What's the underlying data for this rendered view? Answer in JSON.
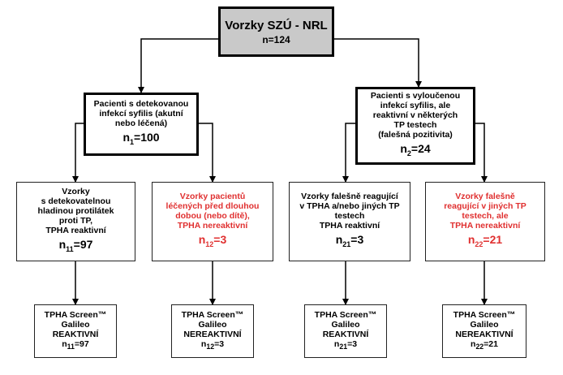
{
  "colors": {
    "root_fill": "#c9c9c9",
    "red_text": "#e03030",
    "line": "#000000"
  },
  "root": {
    "title": "Vorzky SZÚ - NRL",
    "count": "n=124"
  },
  "left": {
    "lines": [
      "Pacienti s detekovanou",
      "infekcí syfilis (akutní",
      "nebo léčená)"
    ],
    "n_sub": "1",
    "n_val": "=100"
  },
  "right": {
    "lines": [
      "Pacienti s vyloučenou",
      "infekcí syfilis, ale",
      "reaktivní v některých",
      "TP testech",
      "(falešná pozitivita)"
    ],
    "n_sub": "2",
    "n_val": "=24"
  },
  "mid": [
    {
      "lines": [
        "Vzorky",
        "s detekovatelnou",
        "hladinou protilátek",
        "proti TP,",
        "TPHA reaktivní"
      ],
      "n_sub": "11",
      "n_val": "=97"
    },
    {
      "lines": [
        "Vzorky pacientů",
        "léčených před dlouhou",
        "dobou (nebo dítě),",
        "TPHA nereaktivní"
      ],
      "n_sub": "12",
      "n_val": "=3"
    },
    {
      "lines": [
        "Vzorky falešně reagující",
        "v TPHA a/nebo jiných TP",
        "testech",
        "TPHA reaktivní"
      ],
      "n_sub": "21",
      "n_val": "=3"
    },
    {
      "lines": [
        "Vzorky falešně",
        "reagující v jiných TP",
        "testech, ale",
        "TPHA nereaktivní"
      ],
      "n_sub": "22",
      "n_val": "=21"
    }
  ],
  "bottom": [
    {
      "line1": "TPHA Screen™",
      "line2": "Galileo",
      "line3": "REAKTIVNÍ",
      "n_sub": "11",
      "n_val": "=97"
    },
    {
      "line1": "TPHA Screen™",
      "line2": "Galileo",
      "line3": "NEREAKTIVNÍ",
      "n_sub": "12",
      "n_val": "=3"
    },
    {
      "line1": "TPHA Screen™",
      "line2": "Galileo",
      "line3": "REAKTIVNÍ",
      "n_sub": "21",
      "n_val": "=3"
    },
    {
      "line1": "TPHA Screen™",
      "line2": "Galileo",
      "line3": "NEREAKTIVNÍ",
      "n_sub": "22",
      "n_val": "=21"
    }
  ]
}
